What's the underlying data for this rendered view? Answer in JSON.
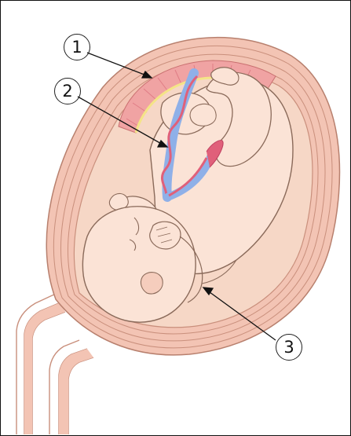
{
  "labels": [
    {
      "id": "label-1",
      "text": "1"
    },
    {
      "id": "label-2",
      "text": "2"
    },
    {
      "id": "label-3",
      "text": "3"
    }
  ],
  "colors": {
    "outline": "#8a6a5a",
    "uterus_band": "#f3c4b4",
    "uterus_line": "#c98f7c",
    "fluid": "#f6d7c6",
    "skin": "#fbe3d6",
    "skin_shade": "#f5cdbd",
    "placenta": "#f0a3a3",
    "placenta_dark": "#e07d86",
    "membrane": "#f4e487",
    "cord_blue": "#8fb0e8",
    "cord_red": "#e0607a"
  }
}
